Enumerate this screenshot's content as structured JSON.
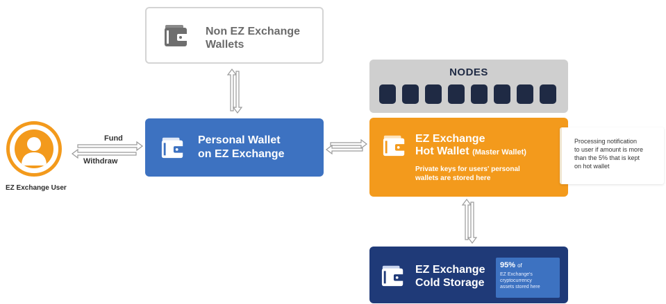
{
  "non_ez_wallets": {
    "line1": "Non EZ Exchange",
    "line2": "Wallets"
  },
  "personal_wallet": {
    "line1": "Personal Wallet",
    "line2": "on EZ Exchange"
  },
  "nodes": {
    "title": "NODES",
    "count": 8
  },
  "hot_wallet": {
    "line1": "EZ Exchange",
    "line2": "Hot Wallet",
    "sub": "(Master Wallet)",
    "desc1": "Private keys for users' personal",
    "desc2": "wallets are stored here"
  },
  "processing_note": {
    "line1": "Processing notification",
    "line2": "to user if amount is more",
    "line3": "than the 5% that is kept",
    "line4": "on hot wallet"
  },
  "cold_storage": {
    "line1": "EZ Exchange",
    "line2": "Cold Storage",
    "pct": "95%",
    "pct_suffix": "of",
    "desc1": "EZ Exchange's",
    "desc2": "cryptocurrency",
    "desc3": "assets stored here"
  },
  "user": {
    "label": "EZ Exchange User"
  },
  "arrows": {
    "fund": "Fund",
    "withdraw": "Withdraw"
  },
  "colors": {
    "blue": "#3d72c1",
    "orange": "#f39a1c",
    "navy": "#1f3a78",
    "gray": "#cfcfcf"
  }
}
